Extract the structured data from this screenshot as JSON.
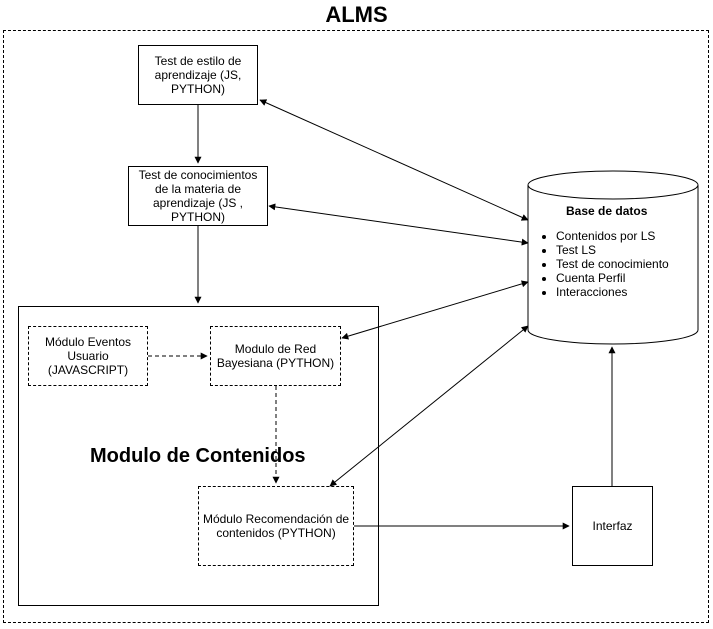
{
  "title": "ALMS",
  "nodes": {
    "test_estilo": "Test de estilo de aprendizaje (JS, PYTHON)",
    "test_conocimientos": "Test de conocimientos de la materia de aprendizaje (JS , PYTHON)",
    "contenidos_title": "Modulo de Contenidos",
    "eventos_usuario": "Módulo Eventos Usuario (JAVASCRIPT)",
    "red_bayesiana": "Modulo de Red Bayesiana (PYTHON)",
    "recomendacion": "Módulo Recomendación de contenidos (PYTHON)",
    "interfaz": "Interfaz"
  },
  "database": {
    "title": "Base de datos",
    "items": [
      "Contenidos por LS",
      "Test LS",
      "Test de conocimiento",
      "Cuenta Perfil",
      "Interacciones"
    ]
  }
}
